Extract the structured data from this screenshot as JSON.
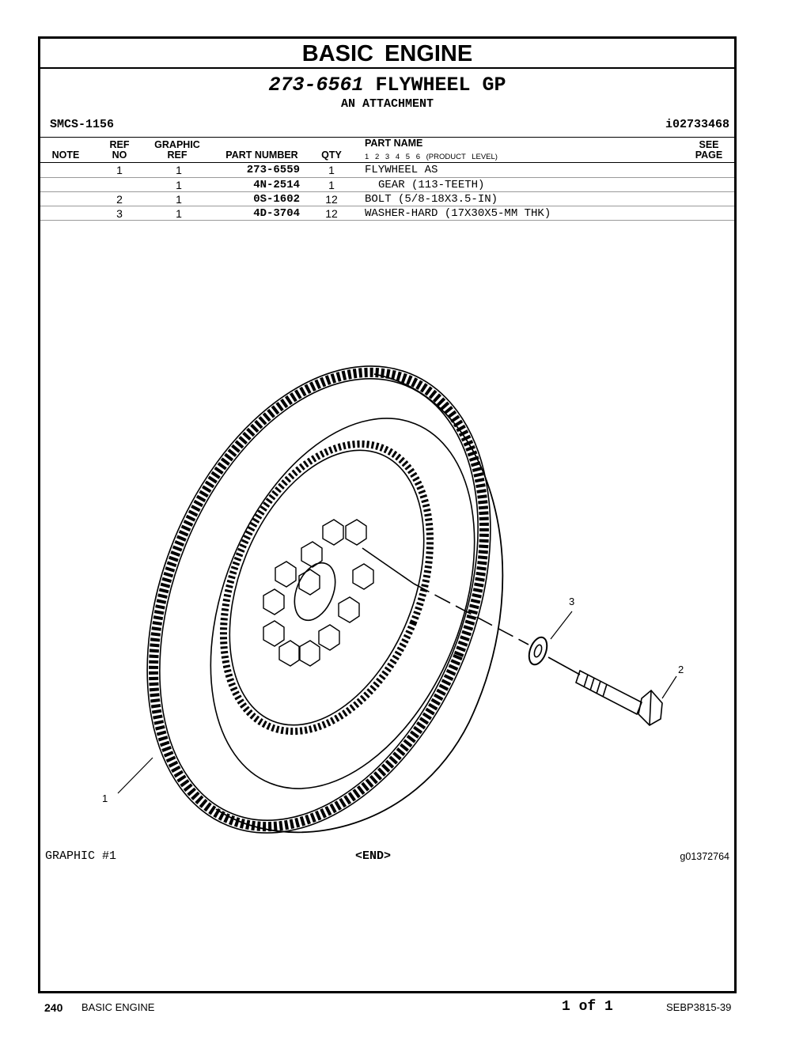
{
  "section_title": "BASIC ENGINE",
  "group": {
    "part_number": "273-6561",
    "name": "FLYWHEEL GP",
    "subtitle": "AN ATTACHMENT"
  },
  "smcs": "SMCS-1156",
  "illustration_id": "i02733468",
  "table": {
    "headers": {
      "note": "NOTE",
      "ref_no_1": "REF",
      "ref_no_2": "NO",
      "graphic_ref_1": "GRAPHIC",
      "graphic_ref_2": "REF",
      "part_number": "PART NUMBER",
      "qty": "QTY",
      "part_name": "PART NAME",
      "levels": [
        "1",
        "2",
        "3",
        "4",
        "5",
        "6"
      ],
      "product_level": "(PRODUCT LEVEL)",
      "see_page_1": "SEE",
      "see_page_2": "PAGE"
    },
    "rows": [
      {
        "note": "",
        "ref_no": "1",
        "graphic_ref": "1",
        "part_number": "273-6559",
        "qty": "1",
        "part_name": "FLYWHEEL AS",
        "see_page": ""
      },
      {
        "note": "",
        "ref_no": "",
        "graphic_ref": "1",
        "part_number": "4N-2514",
        "qty": "1",
        "part_name": "GEAR (113-TEETH)",
        "see_page": ""
      },
      {
        "note": "",
        "ref_no": "2",
        "graphic_ref": "1",
        "part_number": "0S-1602",
        "qty": "12",
        "part_name": "BOLT (5/8-18X3.5-IN)",
        "see_page": ""
      },
      {
        "note": "",
        "ref_no": "3",
        "graphic_ref": "1",
        "part_number": "4D-3704",
        "qty": "12",
        "part_name": "WASHER-HARD (17X30X5-MM THK)",
        "see_page": ""
      }
    ]
  },
  "callouts": [
    "1",
    "2",
    "3"
  ],
  "graphic": {
    "label": "GRAPHIC #1",
    "end": "<END>",
    "id": "g01372764"
  },
  "footer": {
    "page": "240",
    "section": "BASIC ENGINE",
    "page_of": "1 of 1",
    "doc": "SEBP3815-39"
  }
}
